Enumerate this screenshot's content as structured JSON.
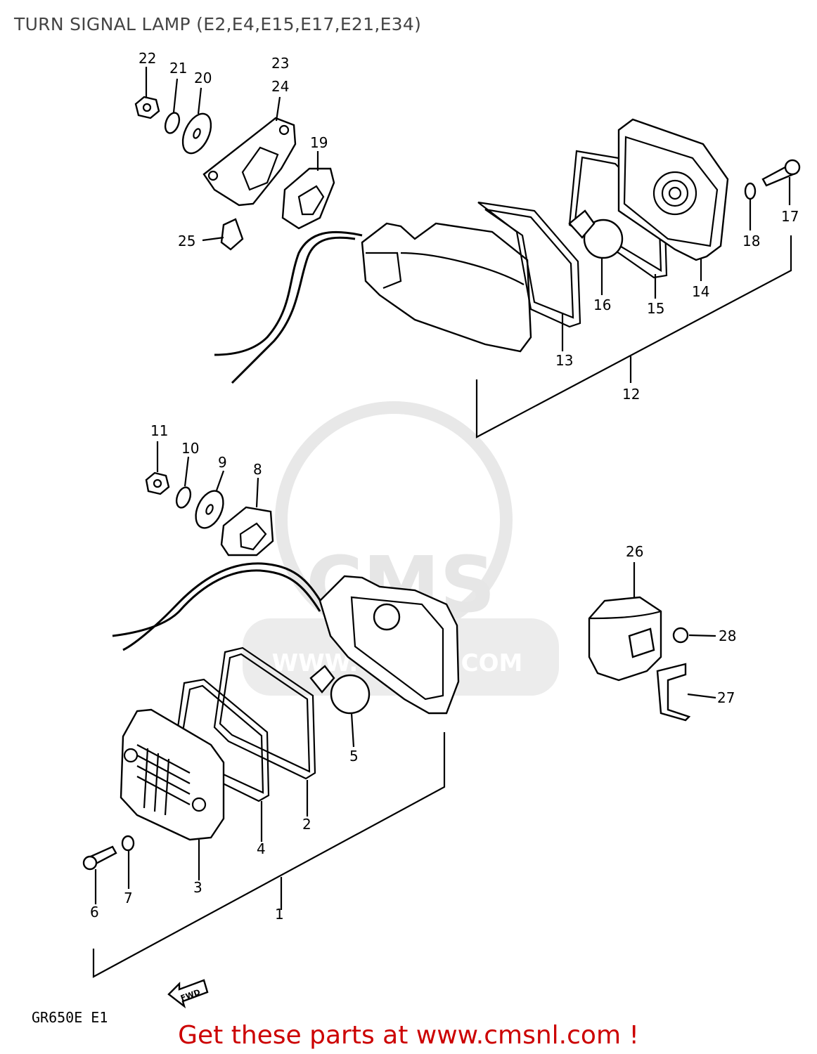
{
  "header": {
    "title": "TURN SIGNAL LAMP (E2,E4,E15,E17,E21,E34)"
  },
  "diagram": {
    "model_code": "GR650E E1",
    "fwd_label": "FWD",
    "watermark_text": "WWW.CMSNL.COM",
    "watermark_logo": "CMS",
    "part_labels": [
      "1",
      "2",
      "3",
      "4",
      "5",
      "6",
      "7",
      "8",
      "9",
      "10",
      "11",
      "12",
      "13",
      "14",
      "15",
      "16",
      "17",
      "18",
      "19",
      "20",
      "21",
      "22",
      "23",
      "24",
      "25",
      "26",
      "27",
      "28"
    ]
  },
  "footer": {
    "cta": "Get these parts at www.cmsnl.com !"
  },
  "colors": {
    "footer_text": "#cc0000",
    "title_text": "#444444",
    "watermark": "#e6e6e6"
  }
}
